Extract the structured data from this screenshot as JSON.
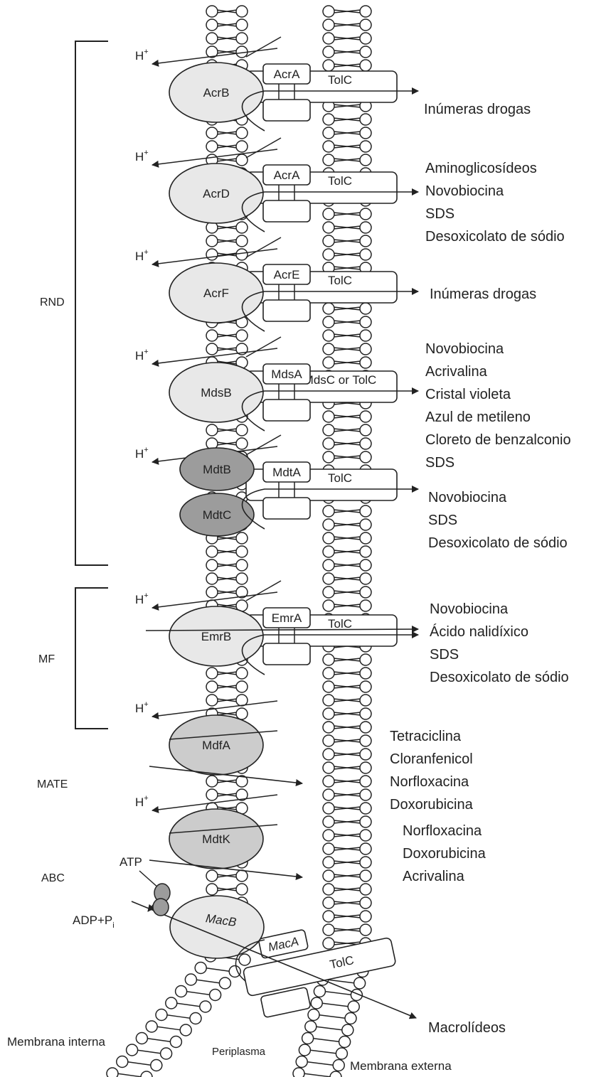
{
  "colors": {
    "line": "#222222",
    "protein_light": "#e8e8e8",
    "protein_mid": "#cccccc",
    "protein_dark": "#9c9c9c",
    "lipid_head": "#ffffff"
  },
  "families": [
    {
      "label": "RND"
    },
    {
      "label": "MF"
    },
    {
      "label": "MATE"
    },
    {
      "label": "ABC"
    }
  ],
  "proton": "H",
  "proton_sup": "+",
  "systems": [
    {
      "inner": "AcrB",
      "adaptor": "AcrA",
      "channel": "TolC",
      "substrates": [
        "Inúmeras drogas"
      ]
    },
    {
      "inner": "AcrD",
      "adaptor": "AcrA",
      "channel": "TolC",
      "substrates": [
        "Aminoglicosídeos",
        "Novobiocina",
        "SDS",
        "Desoxicolato de sódio"
      ]
    },
    {
      "inner": "AcrF",
      "adaptor": "AcrE",
      "channel": "TolC",
      "substrates": [
        "Inúmeras drogas"
      ]
    },
    {
      "inner": "MdsB",
      "adaptor": "MdsA",
      "channel": "MdsC or TolC",
      "substrates": [
        "Novobiocina",
        "Acrivalina",
        "Cristal violeta",
        "Azul de metileno",
        "Cloreto de benzalconio",
        "SDS"
      ]
    },
    {
      "inner": "MdtB",
      "inner2": "MdtC",
      "adaptor": "MdtA",
      "channel": "TolC",
      "substrates": [
        "Novobiocina",
        "SDS",
        "Desoxicolato de sódio"
      ]
    },
    {
      "inner": "EmrB",
      "adaptor": "EmrA",
      "channel": "TolC",
      "substrates": [
        "Novobiocina",
        "Ácido nalidíxico",
        "SDS",
        "Desoxicolato de sódio"
      ]
    },
    {
      "inner": "MdfA",
      "substrates": [
        "Tetraciclina",
        "Cloranfenicol",
        "Norfloxacina",
        "Doxorubicina"
      ]
    },
    {
      "inner": "MdtK",
      "substrates": [
        "Norfloxacina",
        "Doxorubicina",
        "Acrivalina"
      ]
    },
    {
      "inner": "MacB",
      "adaptor": "MacA",
      "channel": "TolC",
      "substrates": [
        "Macrolídeos"
      ]
    }
  ],
  "atp": "ATP",
  "adp": "ADP+P",
  "adp_sub": "i",
  "membranes": {
    "inner": "Membrana interna",
    "periplasm": "Periplasma",
    "outer": "Membrana externa"
  }
}
